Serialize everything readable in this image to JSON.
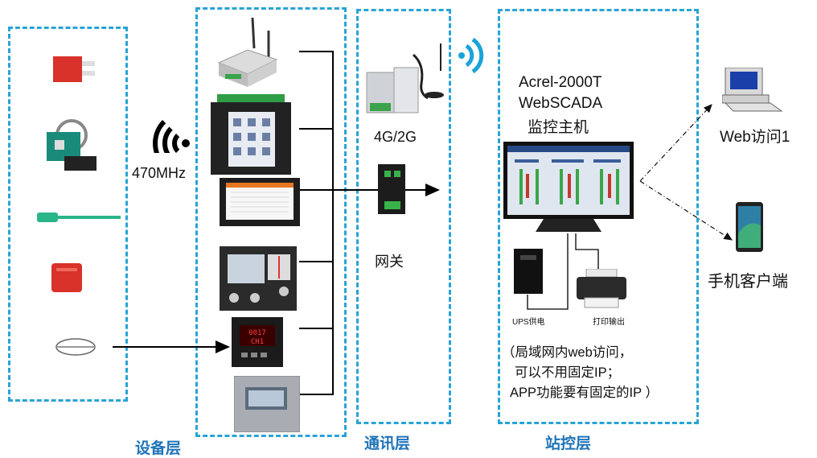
{
  "layers": {
    "device": "设备层",
    "comm": "通讯层",
    "station": "站控层"
  },
  "wireless_freq": "470MHz",
  "comm_labels": {
    "cellular": "4G/2G",
    "gateway": "网关"
  },
  "station": {
    "title_line1": "Acrel-2000T",
    "title_line2": "WebSCADA",
    "title_line3": "监控主机",
    "ups_label": "UPS供电",
    "printer_label": "打印输出",
    "note_line1": "（局域网内web访问，",
    "note_line2": "可以不用固定IP；",
    "note_line3": "APP功能要有固定的IP ）"
  },
  "clients": {
    "web": "Web访问1",
    "mobile": "手机客户端"
  },
  "colors": {
    "dashed_border": "#29a3d6",
    "layer_label": "#1f74b8",
    "screen_blue": "#1a3fa8"
  }
}
